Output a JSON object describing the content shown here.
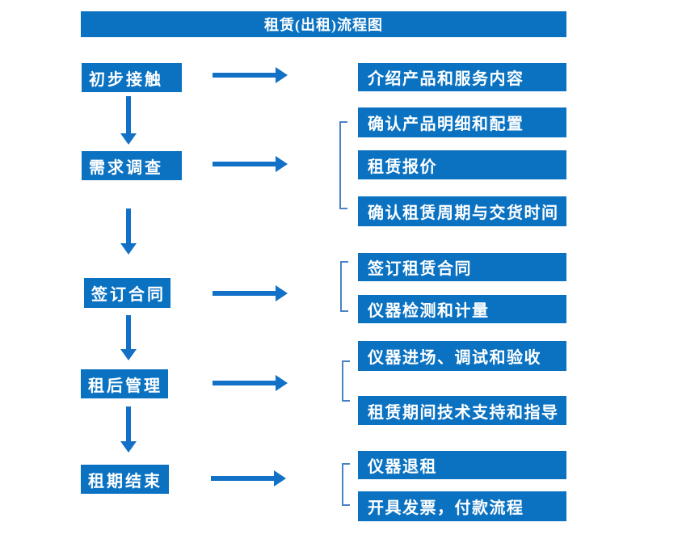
{
  "header": {
    "title": "租赁(出租)流程图"
  },
  "flow": {
    "groups": [
      {
        "step": "初步接触",
        "details": [
          "介绍产品和服务内容"
        ]
      },
      {
        "step": "需求调查",
        "details": [
          "确认产品明细和配置",
          "租赁报价",
          "确认租赁周期与交货时间"
        ]
      },
      {
        "step": "签订合同",
        "details": [
          "签订租赁合同",
          "仪器检测和计量"
        ]
      },
      {
        "step": "租后管理",
        "details": [
          "仪器进场、调试和验收",
          "租赁期间技术支持和指导"
        ]
      },
      {
        "step": "租期结束",
        "details": [
          "仪器退租",
          "开具发票，付款流程"
        ]
      }
    ]
  },
  "colors": {
    "box_blue": "#0B72C2",
    "arrow_blue": "#1271C7",
    "bracket_blue": "#4B82C4",
    "text": "#FFFFFF",
    "background": "#FFFFFF"
  }
}
